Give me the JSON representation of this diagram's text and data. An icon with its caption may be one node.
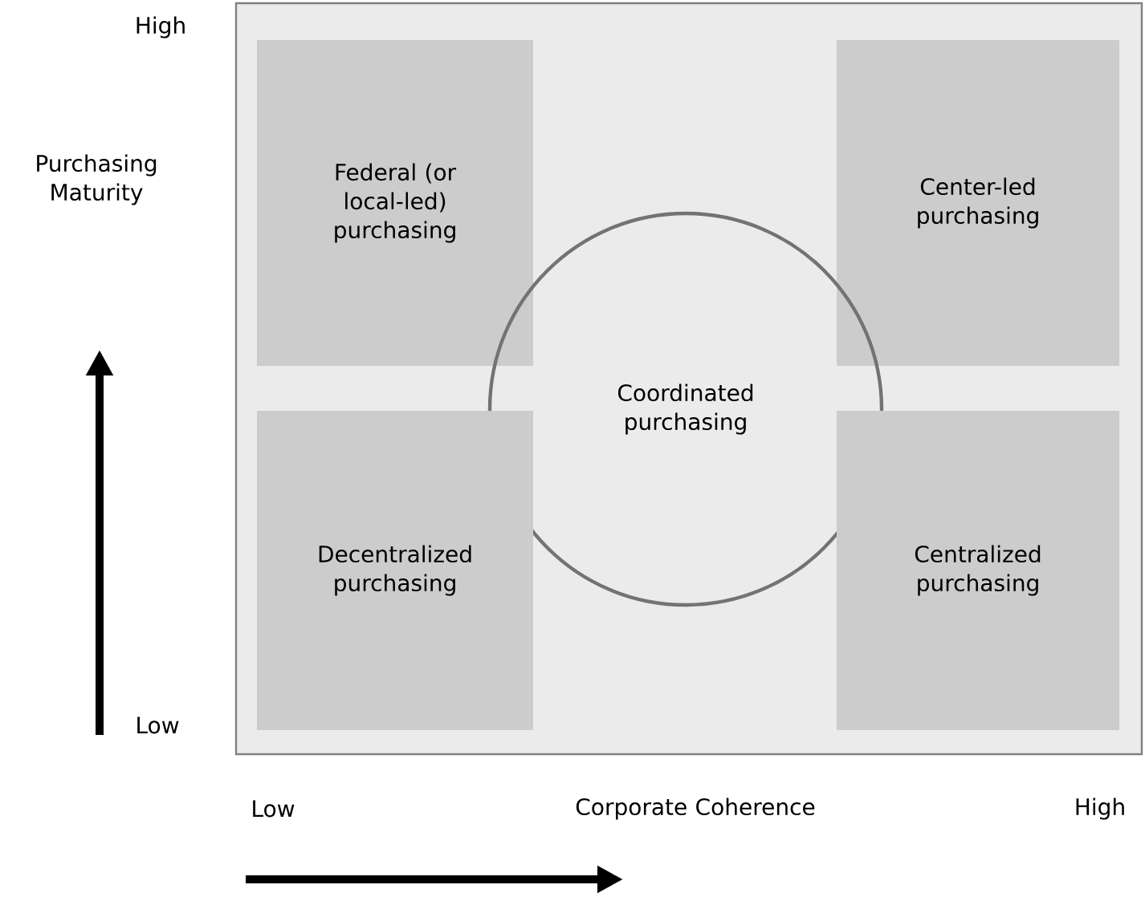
{
  "diagram": {
    "nodes": [
      {
        "text": [],
        "shape": "box"
      },
      {
        "text": [
          "Federal (or local-led) purchasing"
        ],
        "in": 0
      },
      {
        "text": [
          "Center-led purchasing"
        ],
        "in": 0
      },
      {
        "text": [
          "Coordinated purchasing"
        ],
        "in": 0
      },
      {
        "text": [
          "Decentralized purchasing"
        ],
        "in": 0
      },
      {
        "text": [
          "Centralized purchasing"
        ],
        "in": 0
      }
    ],
    "labels": [
      "High",
      "Purchasing Maturity",
      "Low",
      "Low",
      "Corporate Coherence",
      "High"
    ]
  }
}
